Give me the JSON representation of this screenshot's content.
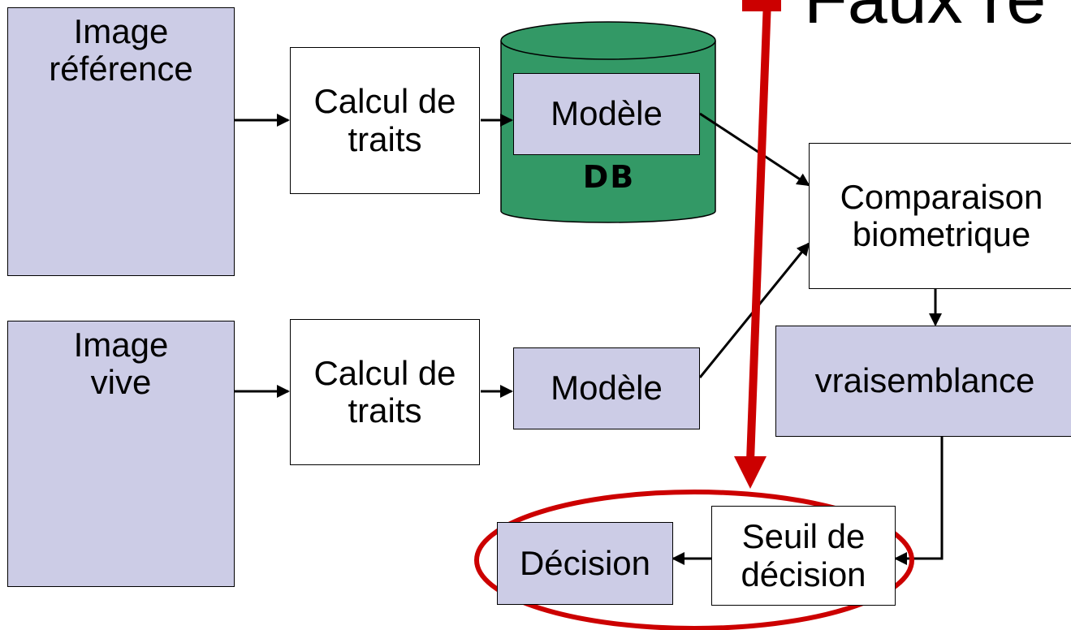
{
  "colors": {
    "node_fill": "#cccce6",
    "db_fill": "#339966",
    "highlight_red": "#cc0000"
  },
  "inputs": {
    "reference": {
      "line1": "Image",
      "line2": "référence"
    },
    "live": {
      "line1": "Image",
      "line2": "vive"
    }
  },
  "feature_extraction": {
    "top": {
      "line1": "Calcul de",
      "line2": "traits"
    },
    "bottom": {
      "line1": "Calcul de",
      "line2": "traits"
    }
  },
  "templates": {
    "stored": "Modèle",
    "live": "Modèle"
  },
  "database": {
    "label": "DB"
  },
  "matcher": {
    "line1": "Comparaison",
    "line2": "biometrique"
  },
  "score": {
    "label": "vraisemblance"
  },
  "threshold": {
    "line1": "Seuil de",
    "line2": "décision"
  },
  "decision": {
    "label": "Décision"
  },
  "cut_title": {
    "text": "Faux re"
  }
}
